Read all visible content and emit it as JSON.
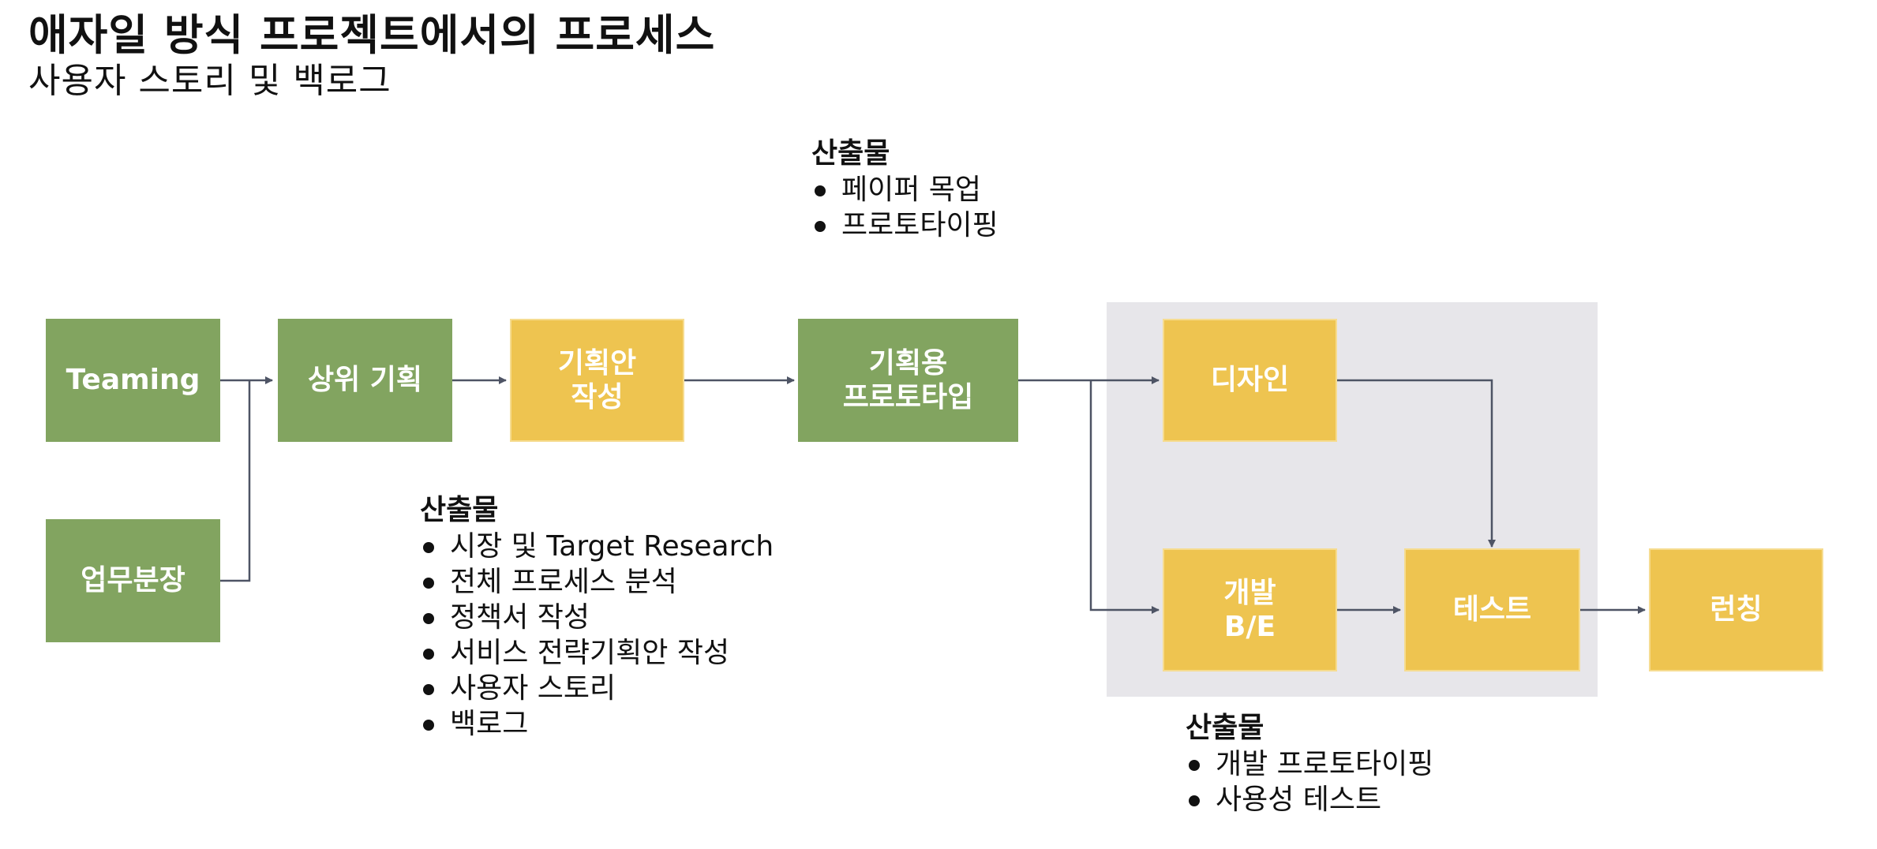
{
  "title": "애자일 방식 프로젝트에서의 프로세스",
  "subtitle": "사용자 스토리 및 백로그",
  "colors": {
    "green": "#82a460",
    "yellow": "#eec450",
    "group_bg": "#e7e6ea",
    "arrow": "#4e5465"
  },
  "nodes": {
    "teaming": "Teaming",
    "task_division": "업무분장",
    "high_level_planning": "상위 기획",
    "plan_draft": "기획안\n작성",
    "planning_prototype": "기획용\n프로토타입",
    "design": "디자인",
    "development": "개발\nB/E",
    "test": "테스트",
    "launch": "런칭"
  },
  "deliverables": {
    "top": {
      "heading": "산출물",
      "items": [
        "페이퍼 목업",
        "프로토타이핑"
      ]
    },
    "middle": {
      "heading": "산출물",
      "items": [
        "시장 및 Target Research",
        "전체 프로세스 분석",
        "정책서 작성",
        "서비스 전략기획안 작성",
        "사용자 스토리",
        "백로그"
      ]
    },
    "bottom": {
      "heading": "산출물",
      "items": [
        "개발 프로토타이핑",
        "사용성 테스트"
      ]
    }
  }
}
